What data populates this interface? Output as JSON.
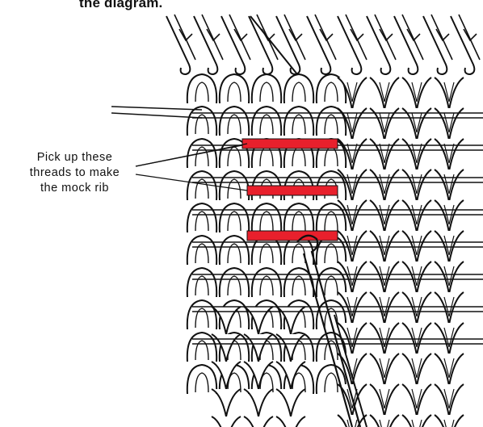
{
  "caption": {
    "top_text": "the diagram."
  },
  "callout": {
    "lines": [
      "Pick  up  these",
      "threads to make",
      "the  mock  rib"
    ]
  },
  "colors": {
    "ink": "#111111",
    "highlight": "#e8202c",
    "paper": "#ffffff"
  },
  "icons": {
    "needle": "knitting-needle-icon",
    "hook": "crochet-hook-icon"
  }
}
